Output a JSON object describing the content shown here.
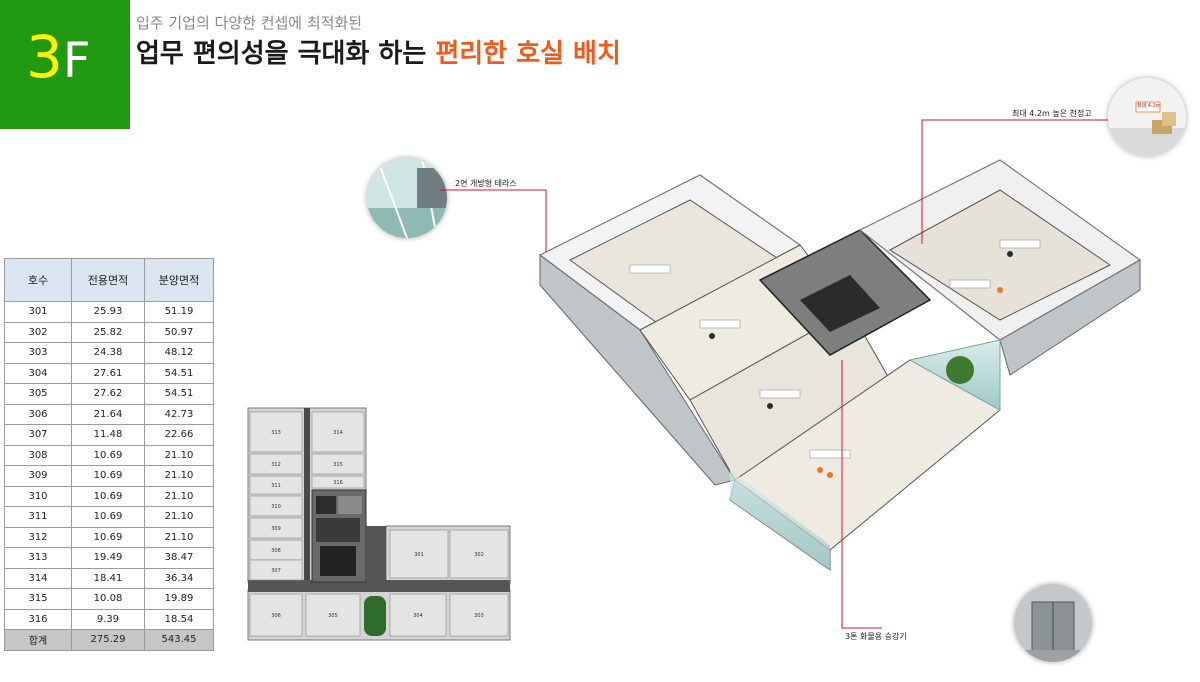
{
  "badge": {
    "number": "3",
    "letter": "F"
  },
  "header": {
    "subtitle": "입주 기업의 다양한 컨셉에 최적화된",
    "title_main": "업무 편의성을 극대화 하는 ",
    "title_accent": "편리한 호실 배치"
  },
  "table": {
    "headers": [
      "호수",
      "전용면적",
      "분양면적"
    ],
    "rows": [
      [
        "301",
        "25.93",
        "51.19"
      ],
      [
        "302",
        "25.82",
        "50.97"
      ],
      [
        "303",
        "24.38",
        "48.12"
      ],
      [
        "304",
        "27.61",
        "54.51"
      ],
      [
        "305",
        "27.62",
        "54.51"
      ],
      [
        "306",
        "21.64",
        "42.73"
      ],
      [
        "307",
        "11.48",
        "22.66"
      ],
      [
        "308",
        "10.69",
        "21.10"
      ],
      [
        "309",
        "10.69",
        "21.10"
      ],
      [
        "310",
        "10.69",
        "21.10"
      ],
      [
        "311",
        "10.69",
        "21.10"
      ],
      [
        "312",
        "10.69",
        "21.10"
      ],
      [
        "313",
        "19.49",
        "38.47"
      ],
      [
        "314",
        "18.41",
        "36.34"
      ],
      [
        "315",
        "10.08",
        "19.89"
      ],
      [
        "316",
        "9.39",
        "18.54"
      ]
    ],
    "total": [
      "합계",
      "275.29",
      "543.45"
    ]
  },
  "floorplan": {
    "left_rooms": [
      "313",
      "314",
      "312",
      "315",
      "311",
      "316",
      "310",
      "309",
      "308",
      "307"
    ],
    "bottom_rooms": [
      "306",
      "305",
      "304",
      "303"
    ],
    "right_rooms": [
      "301",
      "302"
    ]
  },
  "callouts": {
    "terrace": "2면 개방형 테라스",
    "ceiling": "최대 4.2m 높은 천정고",
    "elevator": "3톤 화물용 승강기",
    "ceiling_photo_tag": "최대 4.2m"
  },
  "colors": {
    "badge": "#219a12",
    "badge_number": "#fff200",
    "accent": "#f05a1a",
    "table_header": "#dbe4f1",
    "callout_line": "#d0142c"
  }
}
